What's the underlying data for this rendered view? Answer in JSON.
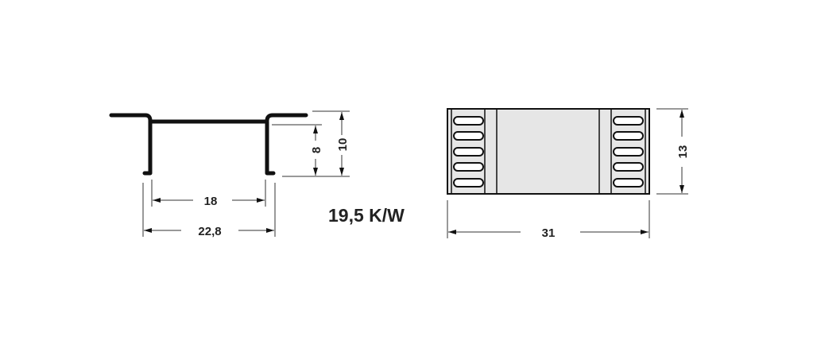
{
  "profile_view": {
    "dim_inner_width": "18",
    "dim_outer_width": "22,8",
    "dim_leg_height": "8",
    "dim_total_height": "10"
  },
  "thermal_resistance": "19,5 K/W",
  "top_view": {
    "dim_length": "31",
    "dim_width": "13"
  },
  "colors": {
    "line": "#111111",
    "fill": "#e6e6e6"
  }
}
